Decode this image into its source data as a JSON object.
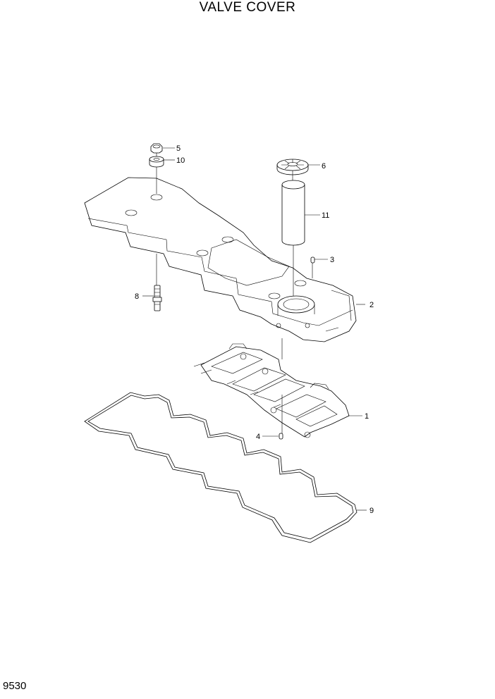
{
  "title": "VALVE COVER",
  "page_number": "9530",
  "callouts": {
    "c1": "1",
    "c2": "2",
    "c3": "3",
    "c4": "4",
    "c5": "5",
    "c6": "6",
    "c8": "8",
    "c9": "9",
    "c10": "10",
    "c11": "11"
  }
}
